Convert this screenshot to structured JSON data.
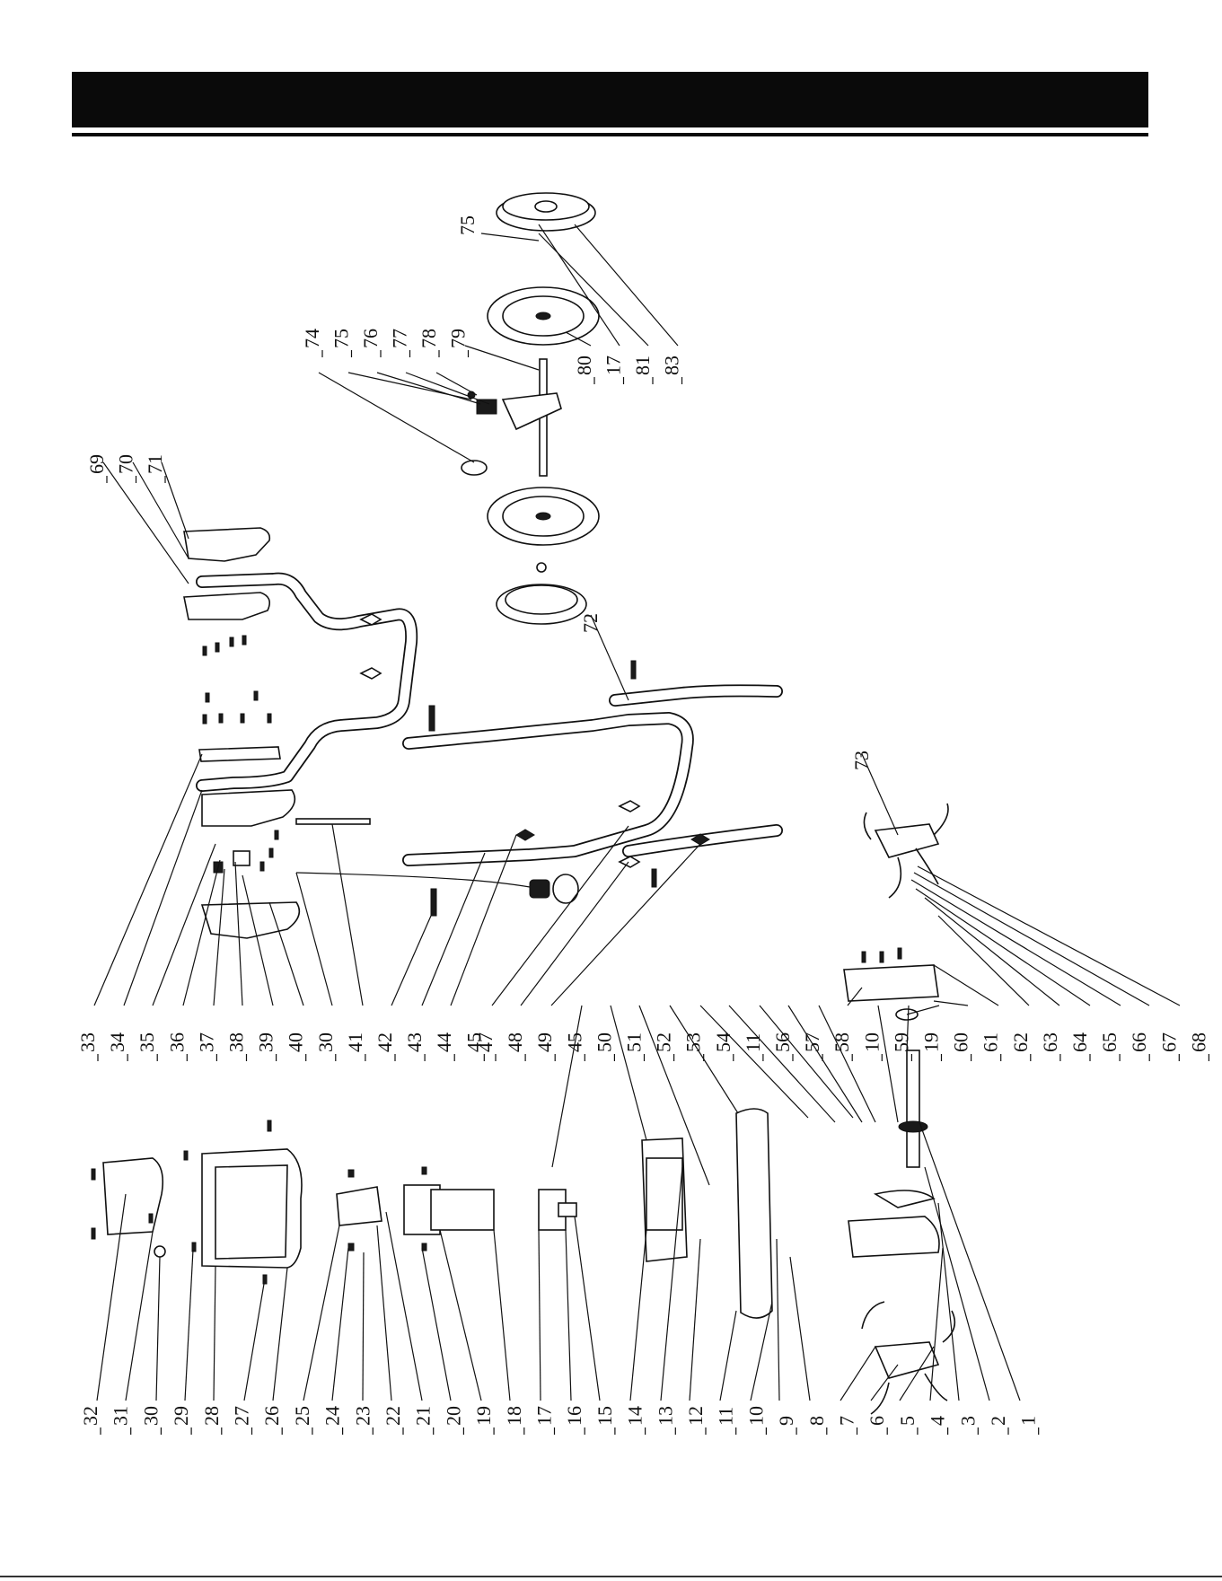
{
  "page": {
    "header_text": ""
  },
  "labels": {
    "bottom_row": [
      "32",
      "31",
      "30",
      "29",
      "28",
      "27",
      "26",
      "25",
      "24",
      "23",
      "22",
      "21",
      "20",
      "19",
      "18",
      "17",
      "16",
      "15",
      "14",
      "13",
      "12",
      "11",
      "10",
      "9",
      "8",
      "7",
      "6",
      "5",
      "4",
      "3",
      "2",
      "1"
    ],
    "middle_row_left": [
      "33",
      "34",
      "35",
      "36",
      "37",
      "38",
      "39",
      "40",
      "30",
      "41",
      "42",
      "43",
      "44",
      "45"
    ],
    "middle_row_right": [
      "47",
      "48",
      "49",
      "45",
      "50",
      "51",
      "52",
      "53",
      "54",
      "11",
      "56",
      "57",
      "58",
      "10",
      "59",
      "19",
      "60",
      "61",
      "62",
      "63",
      "64",
      "65",
      "66",
      "67",
      "68"
    ],
    "handle_top": [
      "69",
      "70",
      "71"
    ],
    "axle_group": [
      "74",
      "75",
      "76",
      "77",
      "78",
      "79"
    ],
    "wheel_group": [
      "80",
      "17",
      "81",
      "83"
    ],
    "wheel_top": "75",
    "tube_label": "72",
    "tine_label": "73"
  }
}
